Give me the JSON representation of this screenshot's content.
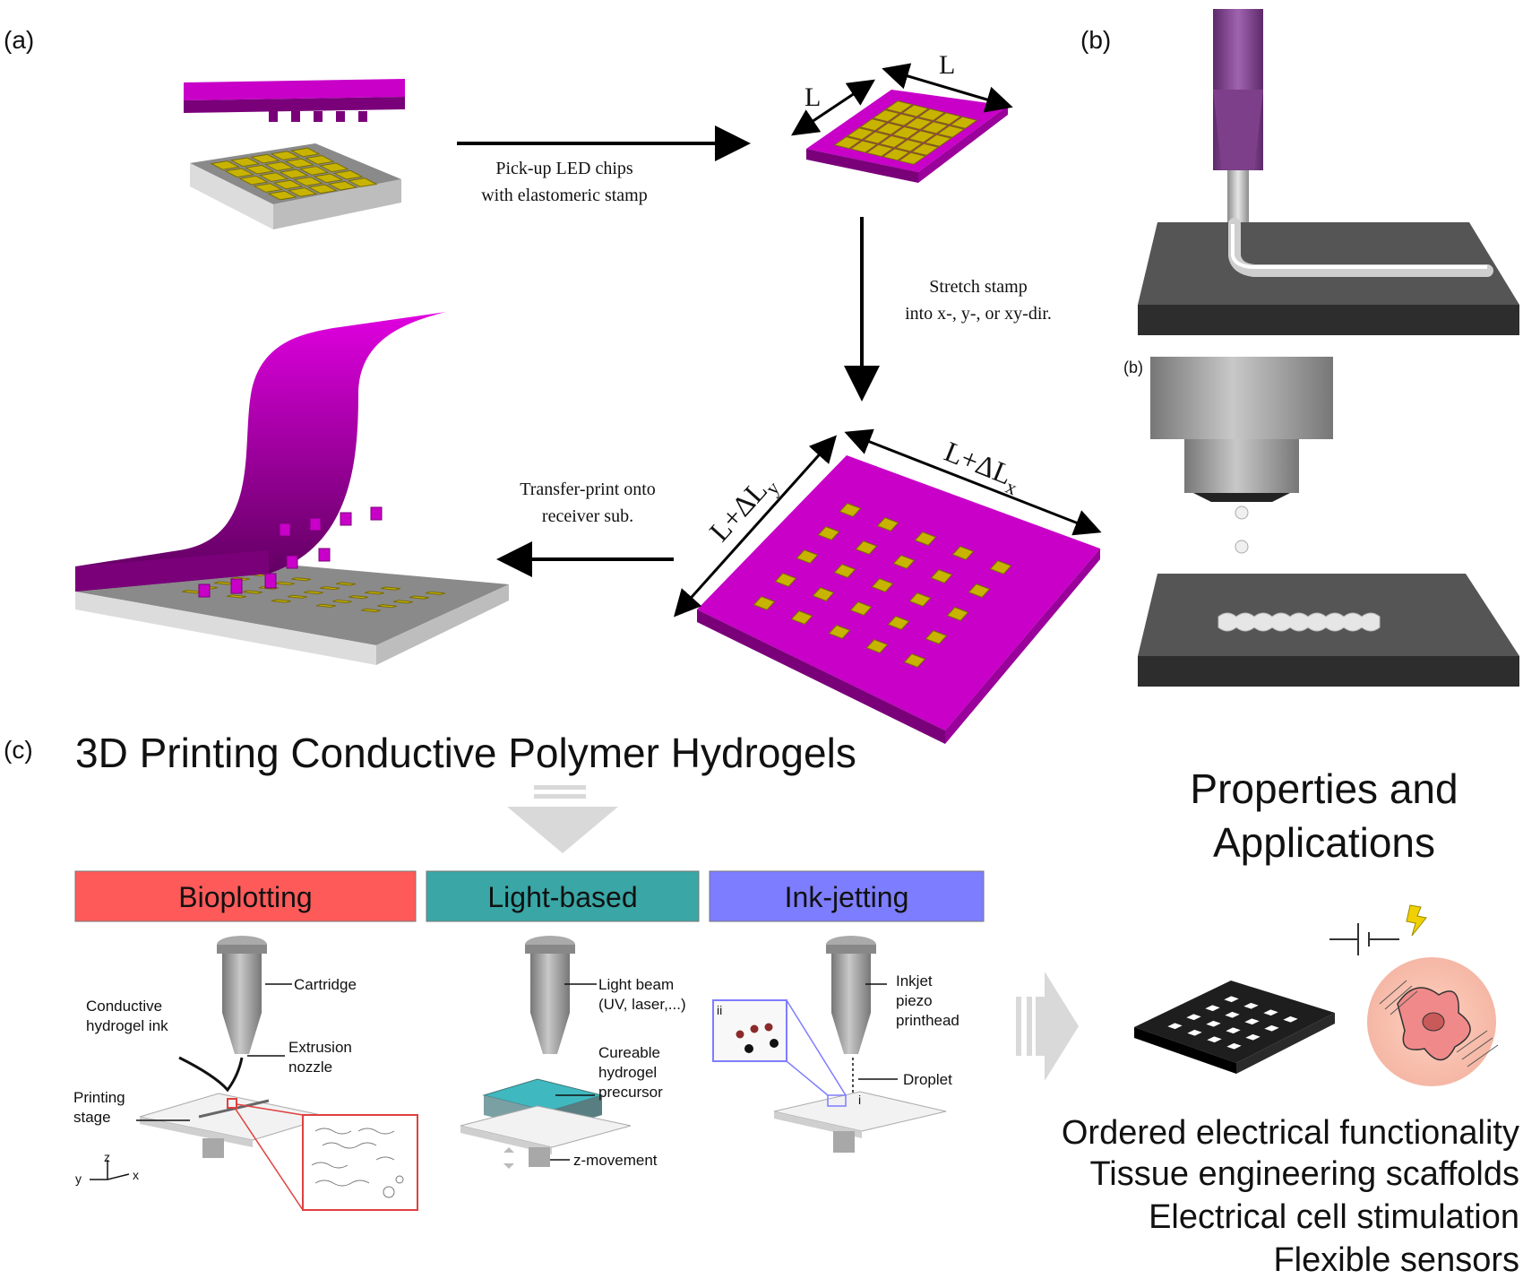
{
  "panel_labels": {
    "a": "(a)",
    "b": "(b)",
    "b_inner": "(b)",
    "c": "(c)"
  },
  "panel_a": {
    "step1_label_line1": "Pick-up LED chips",
    "step1_label_line2": "with elastomeric stamp",
    "step2_label_line1": "Stretch stamp",
    "step2_label_line2": "into x-, y-, or xy-dir.",
    "step3_label_line1": "Transfer-print onto",
    "step3_label_line2": "receiver sub.",
    "dim_L_1": "L",
    "dim_L_2": "L",
    "dim_Lx_base": "L+ΔL",
    "dim_Lx_sub": "x",
    "dim_Ly_base": "L+ΔL",
    "dim_Ly_sub": "y"
  },
  "panel_c": {
    "title": "3D Printing Conductive Polymer Hydrogels",
    "methods": [
      {
        "label": "Bioplotting",
        "color": "#ff5a5a"
      },
      {
        "label": "Light-based",
        "color": "#3aa6a6"
      },
      {
        "label": "Ink-jetting",
        "color": "#7d7dff"
      }
    ],
    "bioplotting": {
      "cartridge": "Cartridge",
      "ink_line1": "Conductive",
      "ink_line2": "hydrogel ink",
      "nozzle_line1": "Extrusion",
      "nozzle_line2": "nozzle",
      "stage_line1": "Printing",
      "stage_line2": "stage",
      "axis_z": "z",
      "axis_y": "y",
      "axis_x": "x"
    },
    "light_based": {
      "beam_line1": "Light beam",
      "beam_line2": "(UV, laser,...)",
      "precursor_line1": "Cureable",
      "precursor_line2": "hydrogel",
      "precursor_line3": "precursor",
      "z_movement": "z-movement"
    },
    "ink_jetting": {
      "head_line1": "Inkjet",
      "head_line2": "piezo",
      "head_line3": "printhead",
      "droplet": "Droplet",
      "inset_ii": "ii",
      "inset_i": "i"
    },
    "properties_title_line1": "Properties and",
    "properties_title_line2": "Applications",
    "applications": [
      "Ordered electrical functionality",
      "Tissue engineering scaffolds",
      "Electrical cell stimulation",
      "Flexible sensors"
    ]
  },
  "colors": {
    "stamp": "#c800c8",
    "stamp_dark": "#7a007a",
    "chip": "#c8b400",
    "substrate": "#8a8a8a",
    "substrate_edge": "#dcdcdc",
    "plate": "#555555",
    "plate_edge": "#2d2d2d"
  }
}
